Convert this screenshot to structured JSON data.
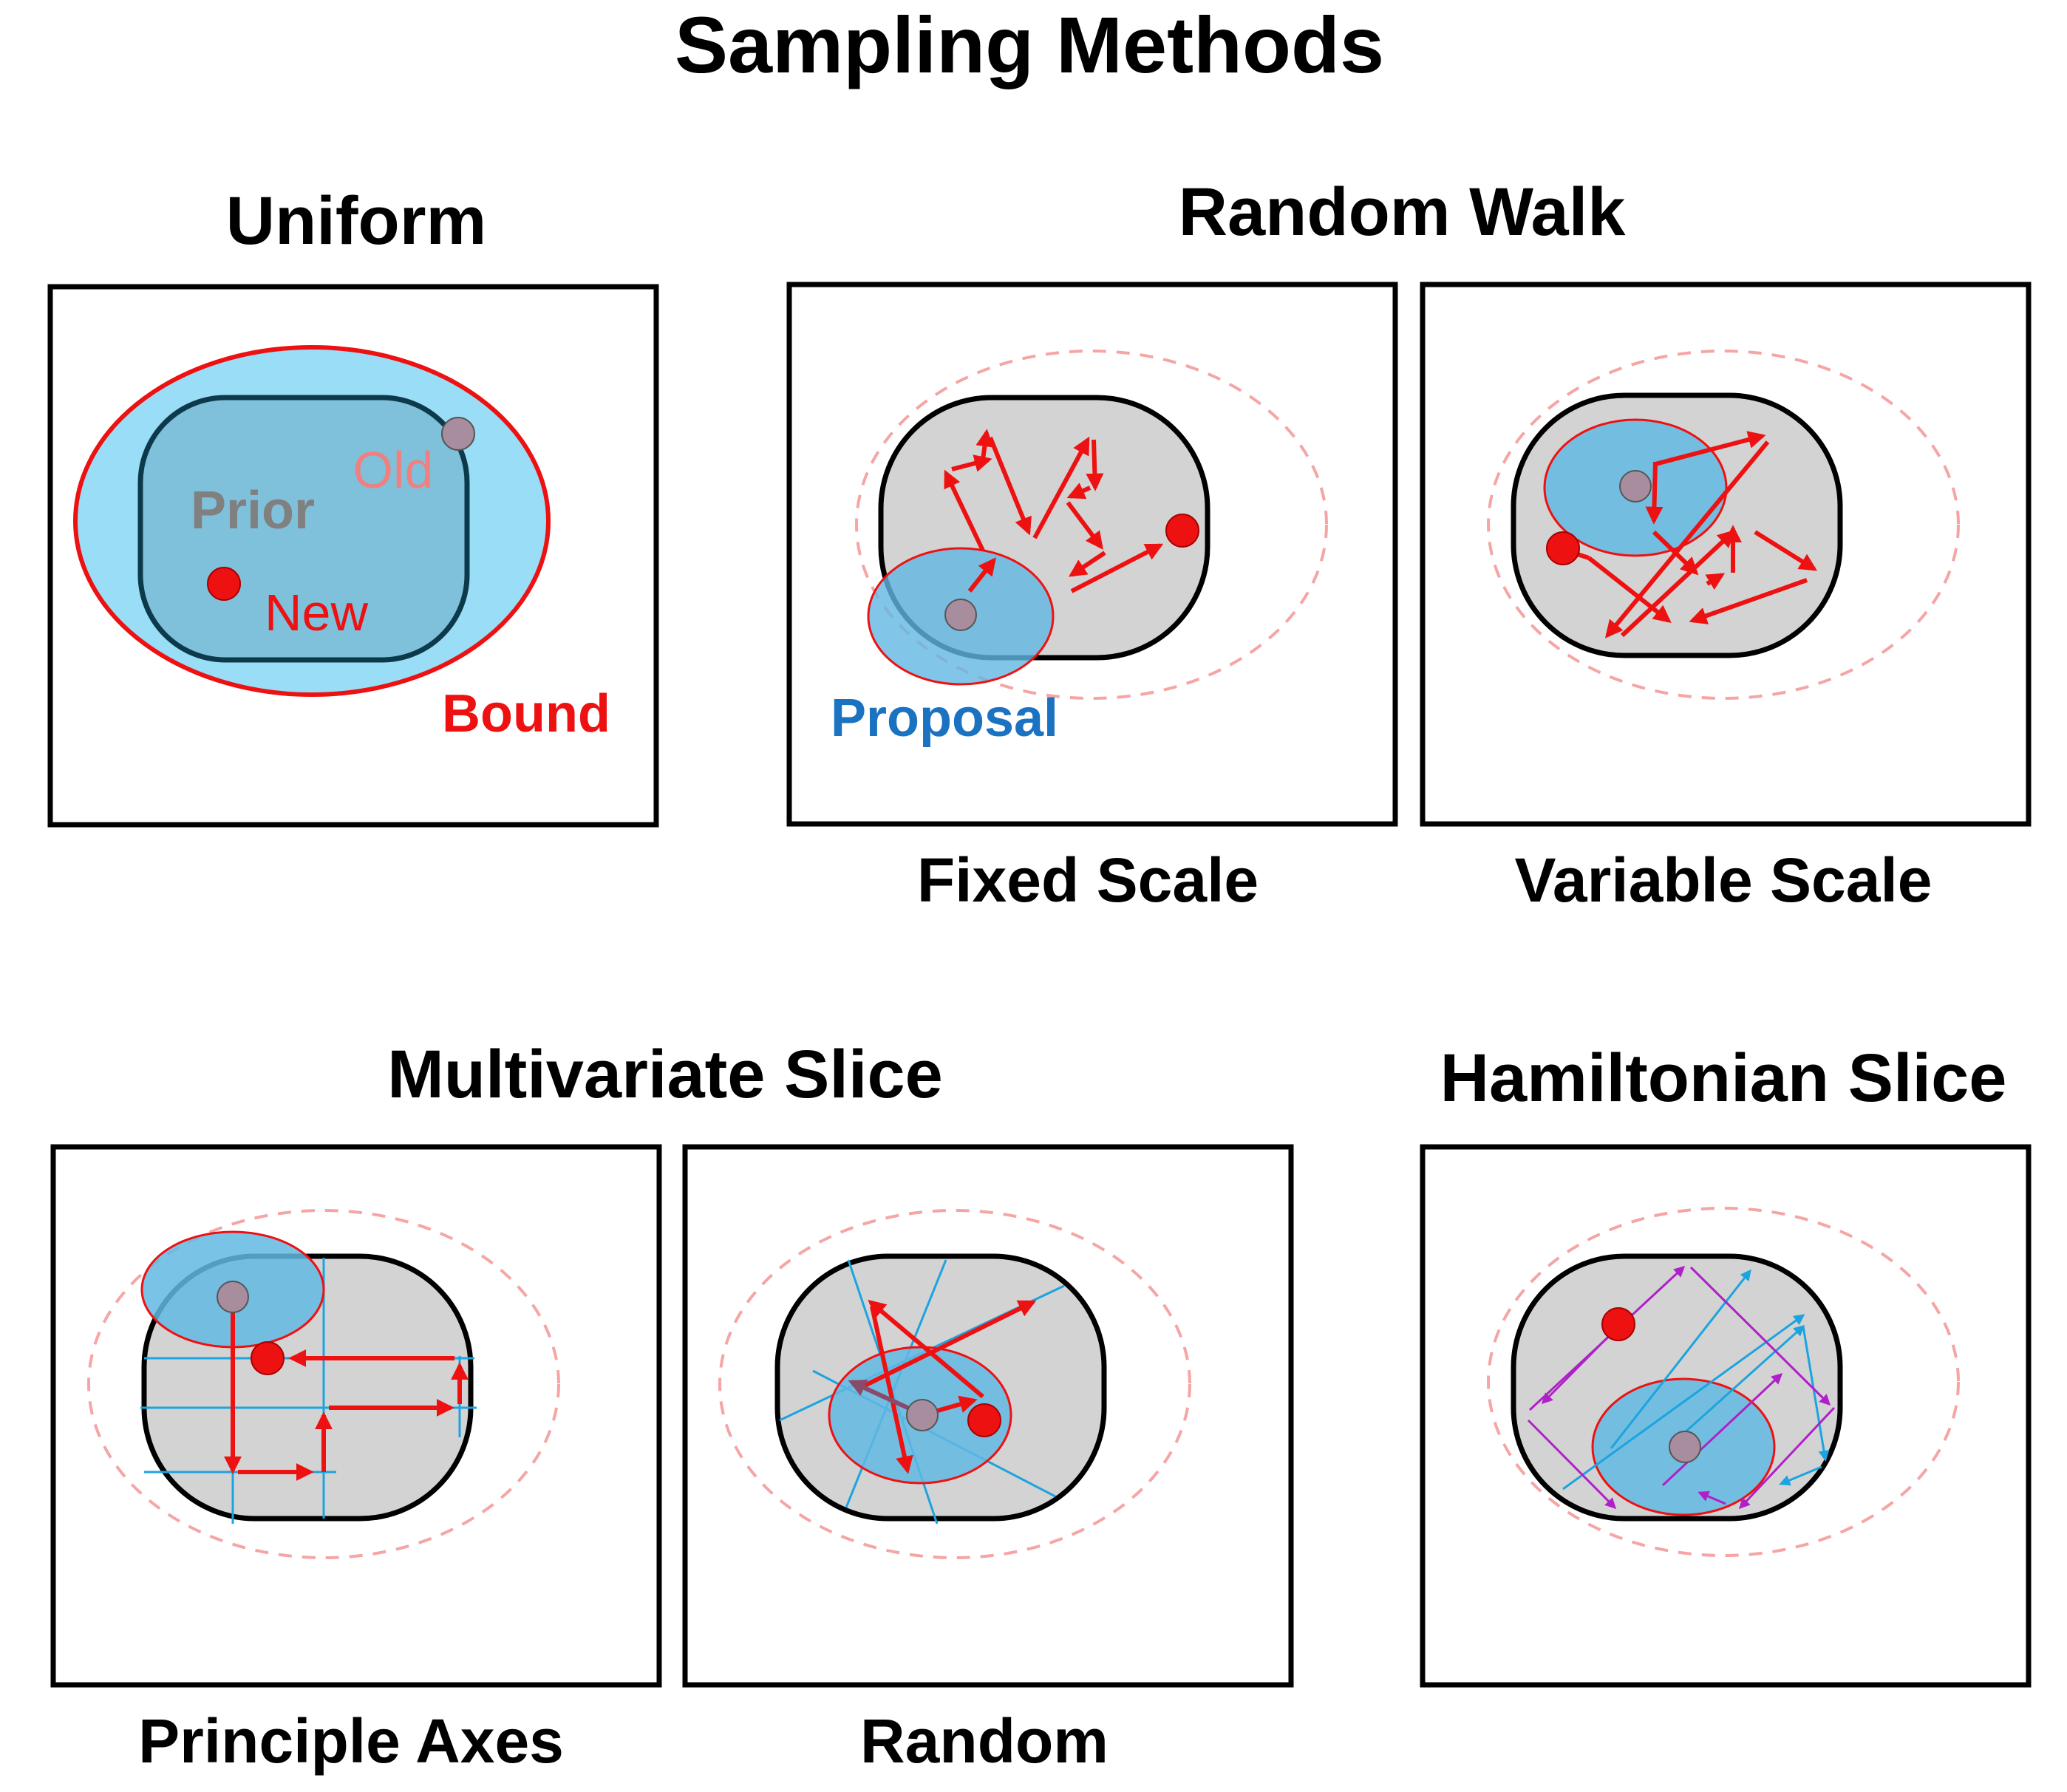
{
  "title": "Sampling Methods",
  "sections": {
    "uniform": "Uniform",
    "random_walk": "Random Walk",
    "multivariate_slice": "Multivariate Slice",
    "hamiltonian_slice": "Hamiltonian Slice"
  },
  "panel_captions": {
    "fixed_scale": "Fixed Scale",
    "variable_scale": "Variable Scale",
    "principle_axes": "Principle Axes",
    "random": "Random"
  },
  "labels": {
    "prior": "Prior",
    "old": "Old",
    "new": "New",
    "bound": "Bound",
    "proposal": "Proposal"
  },
  "colors": {
    "frame": "#000000",
    "prior_fill": "#d3d3d3",
    "prior_fill_uniform": "#7fc0da",
    "bound_fill": "#9addf6",
    "bound_stroke": "#ee1111",
    "bound_dashed": "#f5a5a5",
    "proposal_fill": "#62b8e3",
    "walk_arrow": "#ee1111",
    "old_point": "#a88d9e",
    "new_point": "#ee1111",
    "slice_line": "#1ba4e0",
    "hamiltonian_path": "#b020c8",
    "label_prior": "#808080",
    "label_old": "#f08080",
    "label_new": "#ee1111",
    "label_bound": "#ee1111",
    "label_proposal": "#1a72c0"
  }
}
